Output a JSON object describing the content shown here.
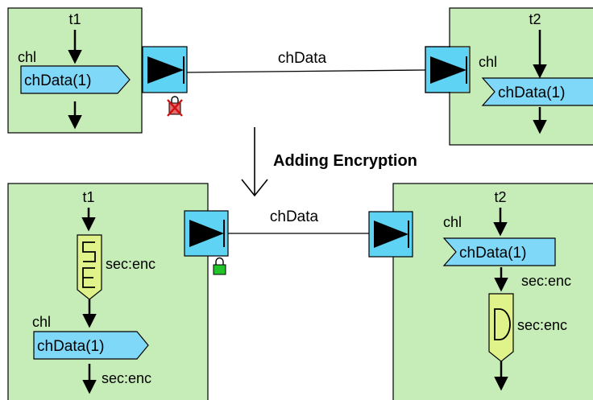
{
  "top": {
    "left_block": {
      "task": "t1",
      "channel": "chl",
      "action": "chData(1)"
    },
    "right_block": {
      "task": "t2",
      "channel": "chl",
      "action": "chData(1)"
    },
    "channel_name": "chData",
    "security_status_icon": "broken-lock-icon"
  },
  "transition": {
    "label": "Adding Encryption"
  },
  "bottom": {
    "left_block": {
      "task": "t1",
      "encrypt_symbol": "E",
      "encrypt_label": "sec:enc",
      "channel": "chl",
      "action": "chData(1)",
      "output_label": "sec:enc"
    },
    "right_block": {
      "task": "t2",
      "channel": "chl",
      "action": "chData(1)",
      "after_action_label": "sec:enc",
      "decrypt_label": "sec:enc"
    },
    "channel_name": "chData",
    "security_status_icon": "green-lock-icon"
  },
  "colors": {
    "block_fill": "#c6ecb8",
    "port_fill": "#5fd3f3",
    "action_fill": "#7fd8f7",
    "crypto_fill": "#e0f28a",
    "lock_green": "#22c42a",
    "lock_broken": "#cc1111"
  }
}
